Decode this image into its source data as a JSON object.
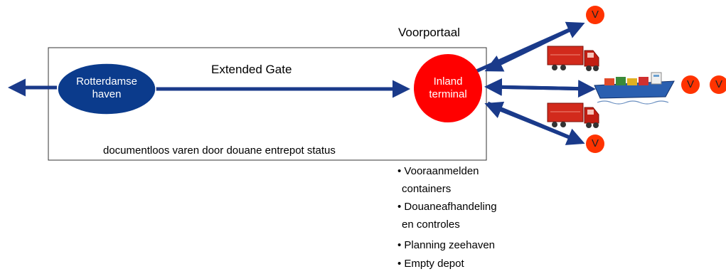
{
  "labels": {
    "voorportaal": "Voorportaal",
    "extended_gate": "Extended Gate",
    "status_text": "documentloos varen door douane entrepot status"
  },
  "nodes": {
    "rotterdam": {
      "line1": "Rotterdamse",
      "line2": "haven"
    },
    "inland": {
      "line1": "Inland",
      "line2": "terminal"
    }
  },
  "markers": [
    "V",
    "V",
    "V",
    "V"
  ],
  "services": [
    [
      "• Vooraanmelden",
      "containers"
    ],
    [
      "• Douaneafhandeling",
      "en controles"
    ],
    [
      "• Planning zeehaven"
    ],
    [
      "• Empty depot"
    ]
  ],
  "icons": [
    "truck-icon",
    "ship-icon"
  ],
  "colors": {
    "arrow": "#1a3a8a",
    "rotterdam_fill": "#0b3b8c",
    "inland_fill": "#ff0000",
    "marker_fill": "#ff3300"
  }
}
